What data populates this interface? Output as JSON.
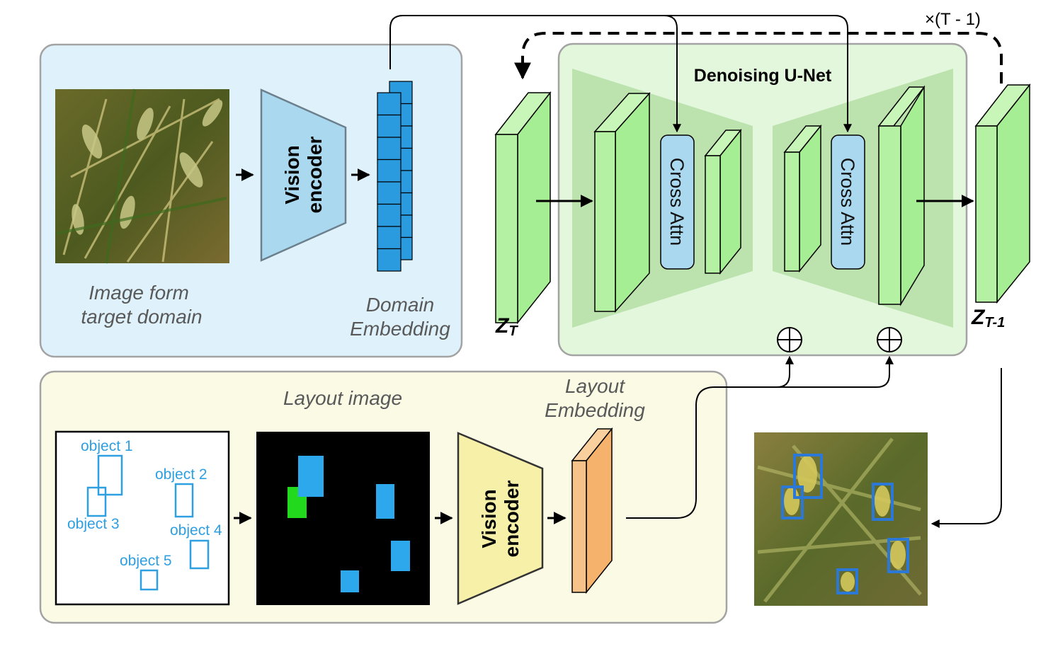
{
  "domain_panel": {
    "image_caption_line1": "Image form",
    "image_caption_line2": "target domain",
    "encoder_line1": "Vision",
    "encoder_line2": "encoder",
    "embedding_line1": "Domain",
    "embedding_line2": "Embedding"
  },
  "unet": {
    "title": "Denoising U-Net",
    "cross_attn_left": "Cross Attn",
    "cross_attn_right": "Cross Attn",
    "repeat_label": "×(T - 1)",
    "zt_main": "Z",
    "zt_sub": "T",
    "zt1_main": "Z",
    "zt1_sub": "T-1"
  },
  "layout_panel": {
    "layout_image_label": "Layout image",
    "embedding_line1": "Layout",
    "embedding_line2": "Embedding",
    "encoder_line1": "Vision",
    "encoder_line2": "encoder",
    "objects": [
      "object 1",
      "object 2",
      "object 3",
      "object 4",
      "object 5"
    ]
  },
  "colors": {
    "domain_panel_bg": "#dff2fb",
    "unet_panel_bg": "#e3f7dc",
    "layout_panel_bg": "#fbfae4",
    "embedding_blue": "#2b9be0",
    "latent_green": "#a6ee93",
    "layout_embedding_orange": "#f4b26c",
    "layout_mask_blue": "#2ea8ec",
    "layout_mask_green": "#22d91d",
    "encoder_blue": "#a9d8ef",
    "encoder_yellow": "#f7f0a9",
    "box_blue": "#2c78d6"
  }
}
